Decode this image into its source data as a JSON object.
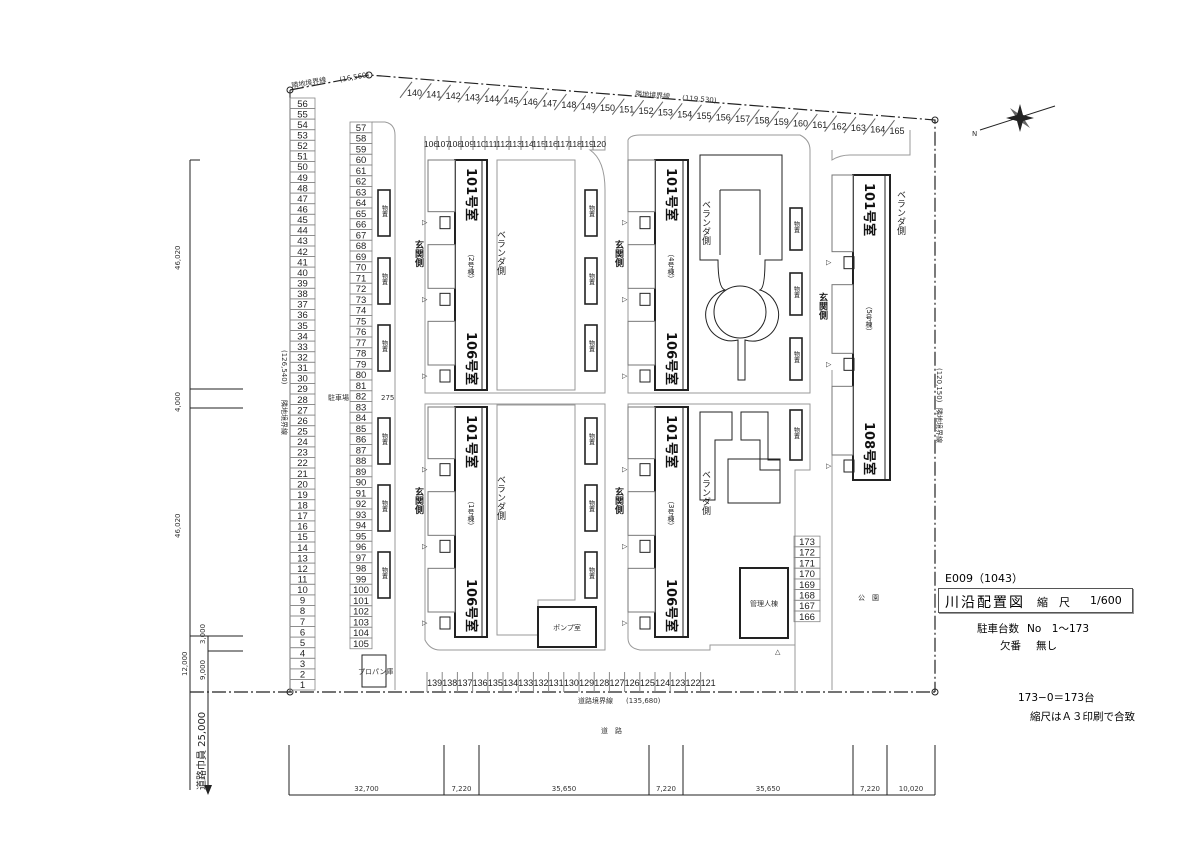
{
  "sheet": {
    "code": "E009（1043）",
    "title": "川沿配置図",
    "scale_label": "縮　尺",
    "scale": "1/600",
    "parking_count_label": "駐車台数",
    "parking_count": "No　1～173",
    "missing_label": "欠番",
    "missing_value": "無し",
    "total": "173−0＝173台",
    "note": "縮尺はＡ３印刷で合致"
  },
  "boundaries": {
    "neighbor": "隣地境界線",
    "pt_top_left": "(16,560)",
    "pt_top_right": "(119,530)",
    "pt_left": "(126,540)",
    "pt_right": "(120,150)",
    "road_boundary": "道路境界線",
    "pt_road": "(135,680)",
    "road": "道　路",
    "road_width": "道路巾員 25,000",
    "park": "公　園"
  },
  "dimensions": {
    "left": [
      "46,020",
      "4,000",
      "46,020",
      "12,000",
      "3,000",
      "9,000"
    ],
    "bottom": [
      "32,700",
      "7,220",
      "35,650",
      "7,220",
      "35,650",
      "7,220",
      "10,020"
    ]
  },
  "facilities": {
    "parking_lot": "駐車場",
    "parking_lot_no": "275",
    "storage": "物置",
    "pump_room": "ポンプ室",
    "manager_building": "管理人棟",
    "propane": "プロパン庫",
    "entrance_side": "玄関側",
    "veranda_side": "ベランダ側"
  },
  "buildings": [
    {
      "name": "（2号棟）",
      "top": "101号室",
      "bottom": "106号室"
    },
    {
      "name": "（1号棟）",
      "top": "101号室",
      "bottom": "106号室"
    },
    {
      "name": "（4号棟）",
      "top": "101号室",
      "bottom": "106号室"
    },
    {
      "name": "（3号棟）",
      "top": "101号室",
      "bottom": "106号室"
    },
    {
      "name": "（5号棟）",
      "top": "101号室",
      "bottom": "108号室"
    }
  ],
  "parking": {
    "left_column": {
      "from": 1,
      "to": 56
    },
    "inner_column": {
      "from": 57,
      "to": 105
    },
    "top_row": {
      "from": 106,
      "to": 120
    },
    "bottom_row": {
      "from": 121,
      "to": 139
    },
    "top_diagonal": {
      "from": 140,
      "to": 165
    },
    "right_column": {
      "from": 166,
      "to": 173
    }
  }
}
